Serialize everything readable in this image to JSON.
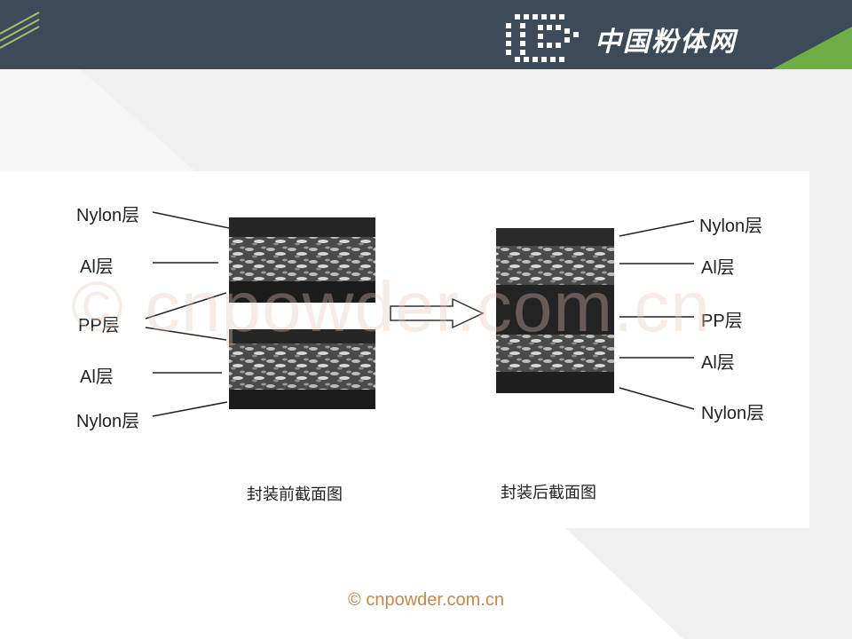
{
  "header": {
    "brand_name": "中国粉体网",
    "logo_icon": "cp-logo-icon",
    "bar_color": "#3c4a5a",
    "accent_color": "#6fae45"
  },
  "figure": {
    "before": {
      "caption": "封装前截面图",
      "labels": [
        "Nylon层",
        "Al层",
        "PP层",
        "Al层",
        "Nylon层"
      ]
    },
    "after": {
      "caption": "封装后截面图",
      "labels": [
        "Nylon层",
        "Al层",
        "PP层",
        "Al层",
        "Nylon层"
      ]
    },
    "arrow_icon": "right-hollow-arrow-icon"
  },
  "watermark": "© cnpowder.com.cn",
  "footer": {
    "copyright": "© cnpowder.com.cn",
    "color": "#c8874a"
  }
}
